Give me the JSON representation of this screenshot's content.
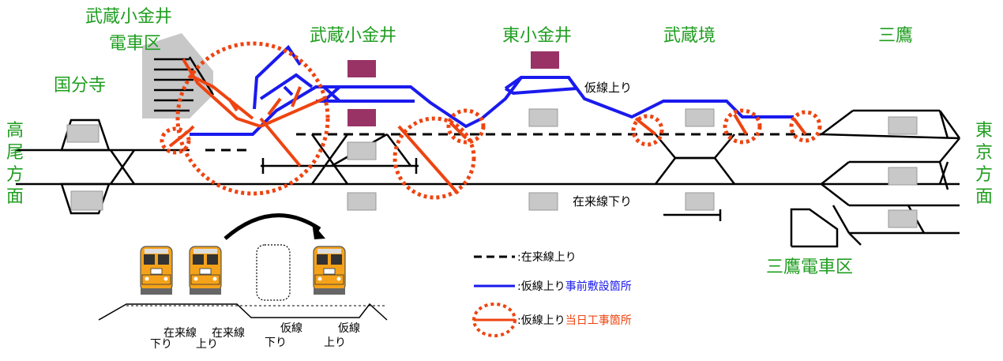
{
  "stations": {
    "musashi_koganei_depot": [
      "武蔵小金井",
      "電車区"
    ],
    "kokubunji": "国分寺",
    "musashi_koganei": "武蔵小金井",
    "higashi_koganei": "東小金井",
    "musashi_sakai": "武蔵境",
    "mitaka": "三鷹",
    "mitaka_depot": "三鷹電車区"
  },
  "directions": {
    "takao": [
      "高",
      "尾",
      "方",
      "面"
    ],
    "tokyo": [
      "東",
      "京",
      "方",
      "面"
    ]
  },
  "track_labels": {
    "temp_up": "仮線上り",
    "existing_down": "在来線下り"
  },
  "legend": {
    "existing_up": ":在来線上り",
    "temp_pre_prefix": ":仮線上り",
    "temp_pre_suffix": "事前敷設箇所",
    "temp_day_prefix": ":仮線上り",
    "temp_day_suffix": "当日工事箇所"
  },
  "train_labels": {
    "existing_down": [
      "在来線",
      "下り"
    ],
    "existing_up": [
      "在来線",
      "上り"
    ],
    "temp_down": [
      "仮線",
      "下り"
    ],
    "temp_up": [
      "仮線",
      "上り"
    ]
  },
  "colors": {
    "station_text": "#1f9e1f",
    "temp_pre": "#1a1aee",
    "temp_day": "#ee4411",
    "platform": "#c8c8c8",
    "building": "#993366",
    "train_body": "#f5a21a"
  }
}
